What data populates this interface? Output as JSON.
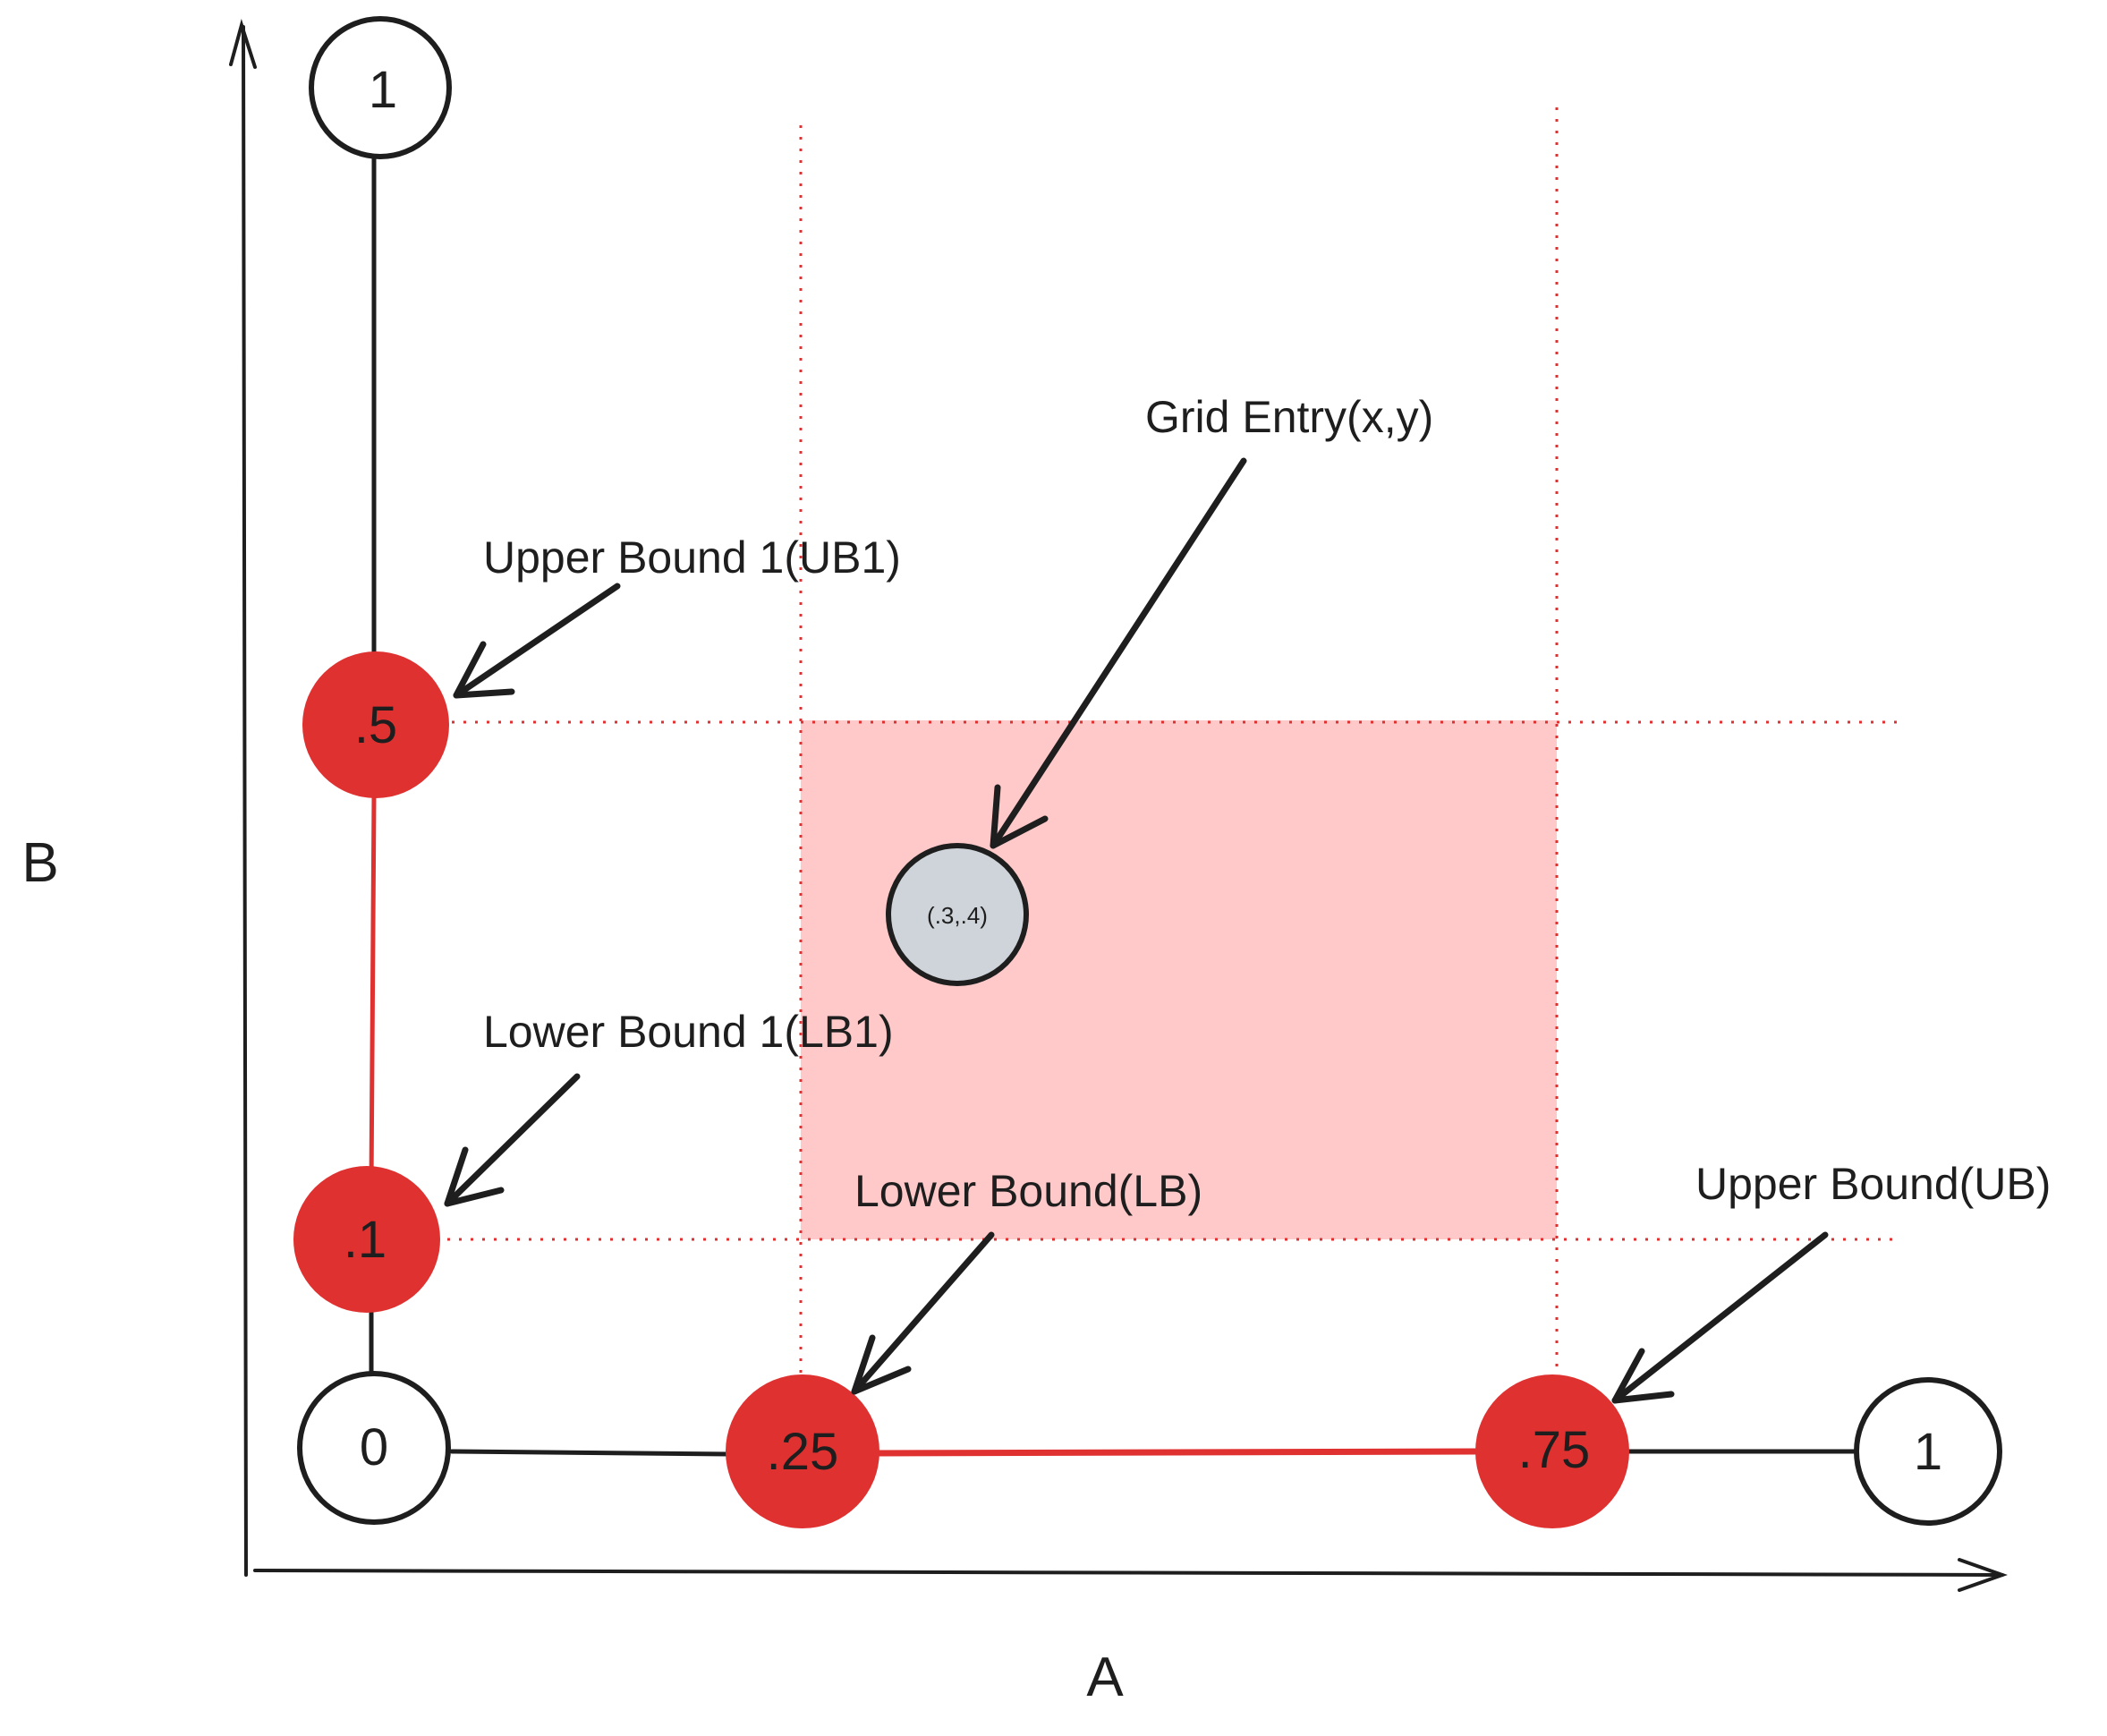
{
  "axes": {
    "x_label": "A",
    "y_label": "B"
  },
  "x_axis_nodes": {
    "start": "0",
    "lower_bound": ".25",
    "upper_bound": ".75",
    "end": "1"
  },
  "y_axis_nodes": {
    "lower_bound": ".1",
    "upper_bound": ".5",
    "end": "1"
  },
  "grid_entry": {
    "label": "(.3,.4)"
  },
  "annotations": {
    "upper_bound_1": "Upper Bound 1(UB1)",
    "lower_bound_1": "Lower Bound 1(LB1)",
    "grid_entry": "Grid Entry(x,y)",
    "lower_bound": "Lower Bound(LB)",
    "upper_bound": "Upper Bound(UB)"
  },
  "colors": {
    "stroke": "#1e1e1e",
    "bound_fill": "#e03131",
    "region_fill": "#ffc9c9",
    "dotted_guide": "#e03131",
    "grid_entry_fill": "#ced4da"
  }
}
